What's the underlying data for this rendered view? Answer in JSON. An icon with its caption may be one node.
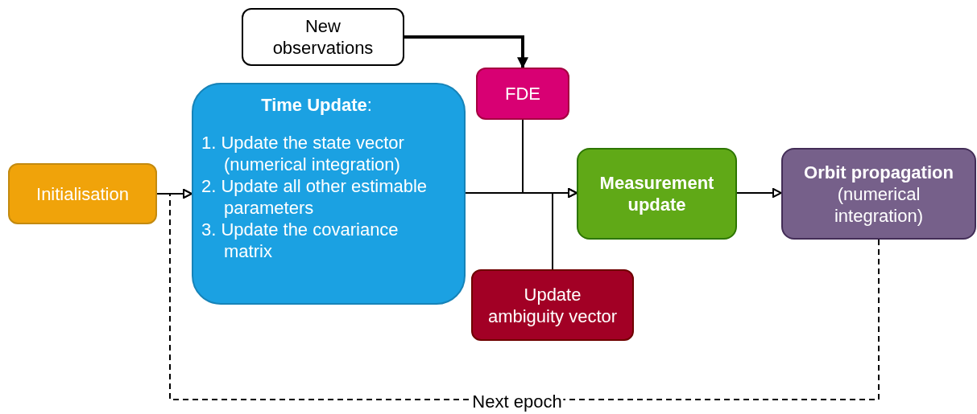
{
  "diagram": {
    "nodes": [
      {
        "text": [
          "Initialisation"
        ]
      },
      {
        "text": [
          "**Time Update**:",
          "1. Update the state vector (numerical integration)",
          "2. Update all other estimable parameters",
          "3. Update the covariance matrix"
        ]
      },
      {
        "text": [
          "New observations"
        ]
      },
      {
        "text": [
          "FDE"
        ]
      },
      {
        "text": [
          "Measurement update"
        ]
      },
      {
        "text": [
          "Orbit propagation",
          "(numerical integration)"
        ]
      },
      {
        "text": [
          "Update ambiguity vector"
        ]
      }
    ],
    "edges": [
      {
        "from": 0,
        "to": 1,
        "arrow": "to"
      },
      {
        "from": 1,
        "to": 4,
        "arrow": "to"
      },
      {
        "from": 2,
        "to": 3,
        "arrow": "to",
        "style": "thick"
      },
      {
        "from": 3,
        "to": 4,
        "arrow": "to"
      },
      {
        "from": 6,
        "to": 4,
        "arrow": "to"
      },
      {
        "from": 4,
        "to": 5,
        "arrow": "to"
      },
      {
        "from": 5,
        "to": 1,
        "arrow": "to",
        "style": "dashed",
        "label": "Next epoch"
      }
    ]
  }
}
